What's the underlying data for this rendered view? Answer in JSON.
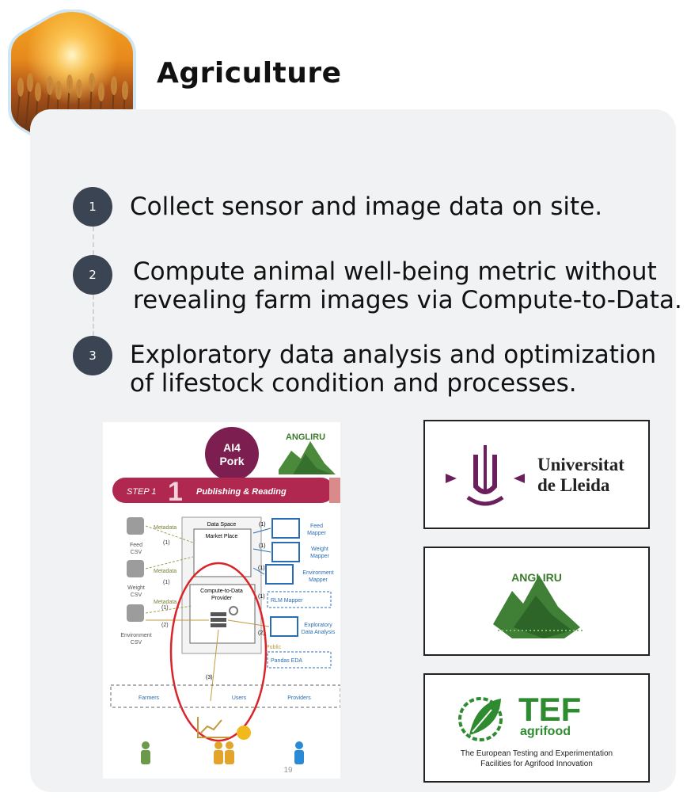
{
  "header": {
    "title": "Agriculture",
    "hex_image": "wheat-field-sunset"
  },
  "steps": [
    {
      "number": "1",
      "text": "Collect sensor and image data on site."
    },
    {
      "number": "2",
      "text": "Compute animal well-being metric without\nrevealing farm images via Compute-to-Data."
    },
    {
      "number": "3",
      "text": "Exploratory data analysis and optimization\nof lifestock condition and processes."
    }
  ],
  "diagram": {
    "badge_line1": "AI4",
    "badge_line2": "Pork",
    "angliru": "ANGLIRU",
    "step_label": "STEP 1",
    "step_big_number": "1",
    "step_title": "Publishing & Reading",
    "data_space": "Data Space",
    "market_place": "Market Place",
    "c2d_line1": "Compute-to-Data",
    "c2d_line2": "Provider",
    "sources": [
      {
        "line1": "Feed",
        "line2": "CSV"
      },
      {
        "line1": "Weight",
        "line2": "CSV"
      },
      {
        "line1": "Environment",
        "line2": "CSV"
      }
    ],
    "metadata": "Metadata",
    "marker_1": "(1)",
    "marker_2": "(2)",
    "marker_3": "(3)",
    "mappers": [
      {
        "line1": "Feed",
        "line2": "Mapper"
      },
      {
        "line1": "Weight",
        "line2": "Mapper"
      },
      {
        "line1": "Environment",
        "line2": "Mapper"
      }
    ],
    "rlm_mapper": "RLM Mapper",
    "eda_line1": "Exploratory",
    "eda_line2": "Data Analysis",
    "public": "Public",
    "pandas_eda": "Pandas EDA",
    "farmers": "Farmers",
    "users": "Users",
    "providers": "Providers",
    "page_number": "19"
  },
  "logos": {
    "udl_line1": "Universitat",
    "udl_line2": "de Lleida",
    "angliru": "ANGLIRU",
    "tef_big": "TEF",
    "tef_sub": "agrifood",
    "tef_caption1": "The European Testing and Experimentation",
    "tef_caption2": "Facilities for Agrifood Innovation"
  },
  "colors": {
    "step_dot": "#3a4452",
    "banner": "#b0284f",
    "badge": "#7c1e4f",
    "udl_purple": "#6b1f5c",
    "tef_green": "#2e8b2f",
    "highlight_red": "#d9242a"
  }
}
